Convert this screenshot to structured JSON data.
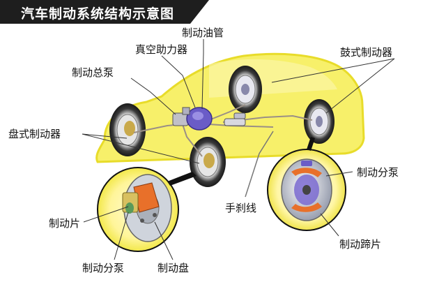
{
  "title": "汽车制动系统结构示意图",
  "labels": {
    "brake_pipe": "制动油管",
    "vacuum_booster": "真空助力器",
    "drum_brake": "鼓式制动器",
    "master_cylinder": "制动总泵",
    "disc_brake": "盘式制动器",
    "wheel_cylinder_drum": "制动分泵",
    "handbrake_cable": "手刹线",
    "brake_pad": "制动片",
    "brake_shoe": "制动蹄片",
    "wheel_cylinder_disc": "制动分泵",
    "brake_disc": "制动盘"
  },
  "colors": {
    "car_body": "#f7f06a",
    "car_outline": "#e8dc2a",
    "title_bg": "#1e1e1e",
    "pipe": "#9a8f86",
    "leader": "#333333",
    "booster": "#6a5cc7",
    "friction": "#e8702a"
  }
}
